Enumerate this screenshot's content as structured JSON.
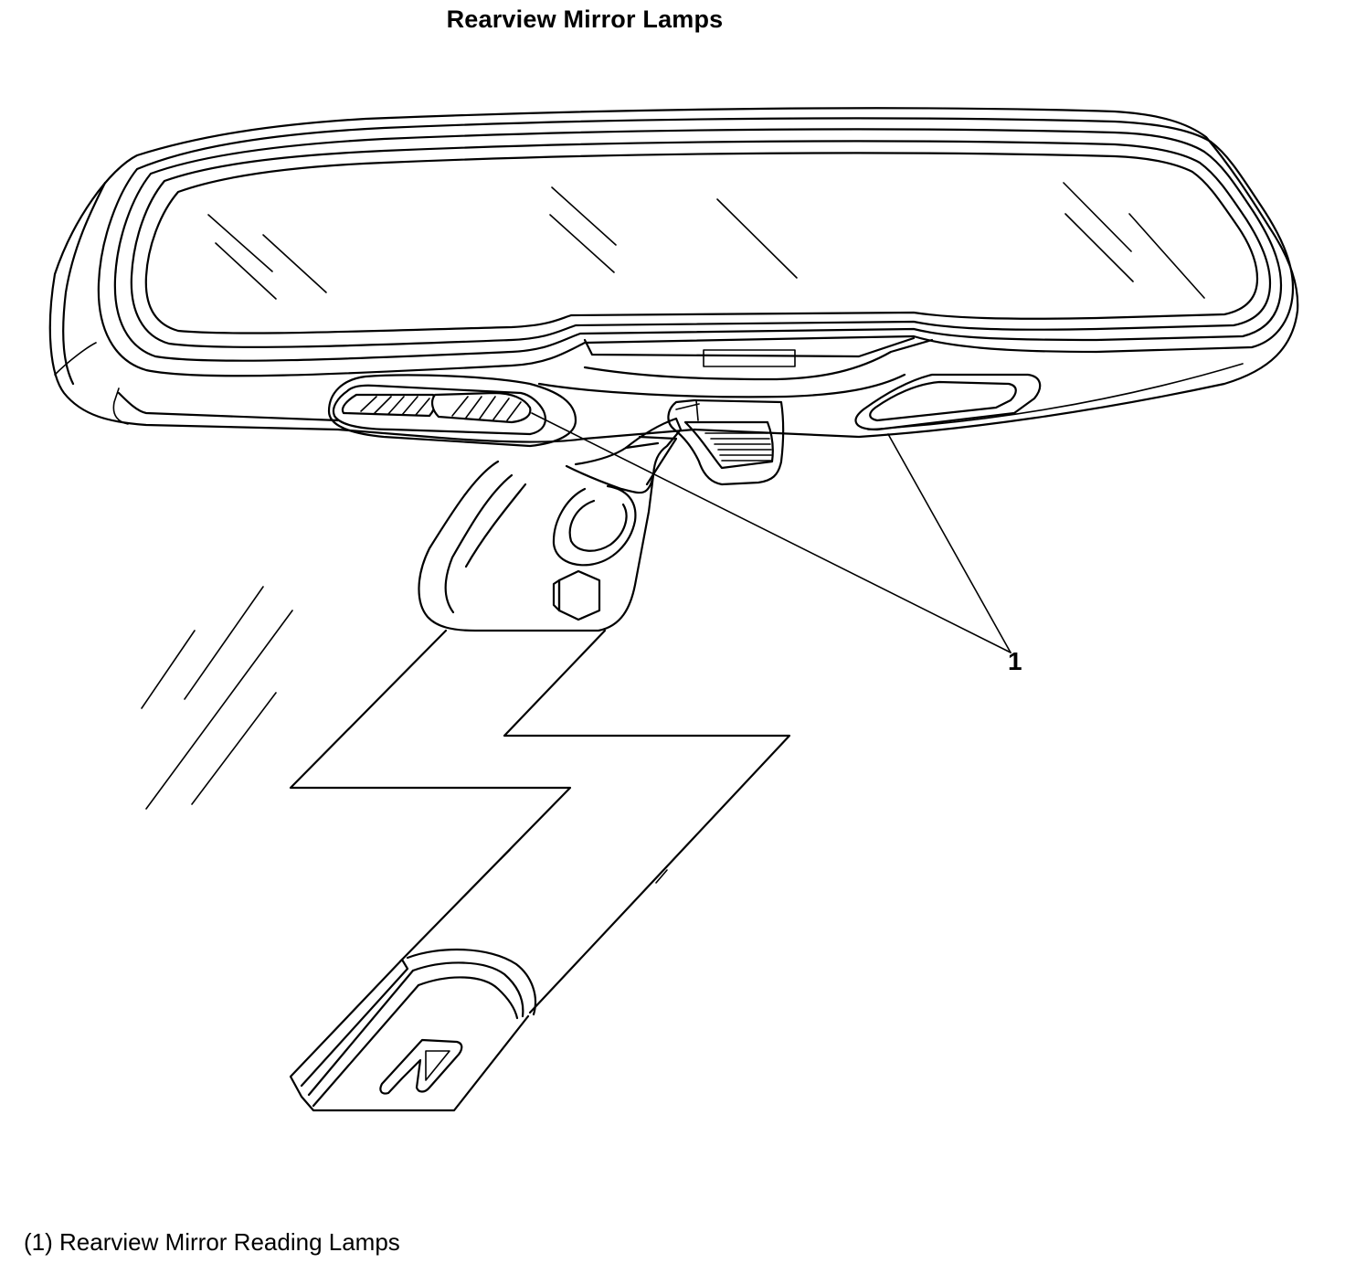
{
  "title": "Rearview Mirror Lamps",
  "callout": {
    "number": "1"
  },
  "legend": {
    "items": [
      {
        "label": "(1) Rearview Mirror Reading Lamps"
      }
    ]
  },
  "colors": {
    "line": "#000000",
    "background": "#ffffff"
  }
}
